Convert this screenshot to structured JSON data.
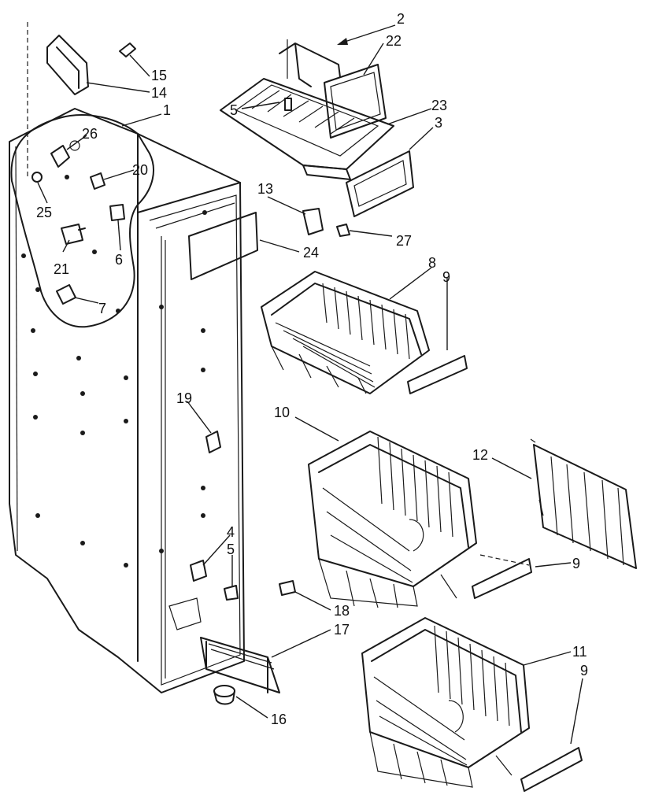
{
  "diagram": {
    "callouts": [
      {
        "id": "c2",
        "text": "2"
      },
      {
        "id": "c22",
        "text": "22"
      },
      {
        "id": "c23",
        "text": "23"
      },
      {
        "id": "c3",
        "text": "3"
      },
      {
        "id": "c5a",
        "text": "5"
      },
      {
        "id": "c15",
        "text": "15"
      },
      {
        "id": "c14",
        "text": "14"
      },
      {
        "id": "c1",
        "text": "1"
      },
      {
        "id": "c26",
        "text": "26"
      },
      {
        "id": "c20",
        "text": "20"
      },
      {
        "id": "c25",
        "text": "25"
      },
      {
        "id": "c6",
        "text": "6"
      },
      {
        "id": "c21",
        "text": "21"
      },
      {
        "id": "c7",
        "text": "7"
      },
      {
        "id": "c13",
        "text": "13"
      },
      {
        "id": "c27",
        "text": "27"
      },
      {
        "id": "c24",
        "text": "24"
      },
      {
        "id": "c8",
        "text": "8"
      },
      {
        "id": "c9a",
        "text": "9"
      },
      {
        "id": "c19",
        "text": "19"
      },
      {
        "id": "c10",
        "text": "10"
      },
      {
        "id": "c12",
        "text": "12"
      },
      {
        "id": "c9b",
        "text": "9"
      },
      {
        "id": "c4",
        "text": "4"
      },
      {
        "id": "c5b",
        "text": "5"
      },
      {
        "id": "c18",
        "text": "18"
      },
      {
        "id": "c17",
        "text": "17"
      },
      {
        "id": "c16",
        "text": "16"
      },
      {
        "id": "c11",
        "text": "11"
      },
      {
        "id": "c9c",
        "text": "9"
      }
    ]
  }
}
